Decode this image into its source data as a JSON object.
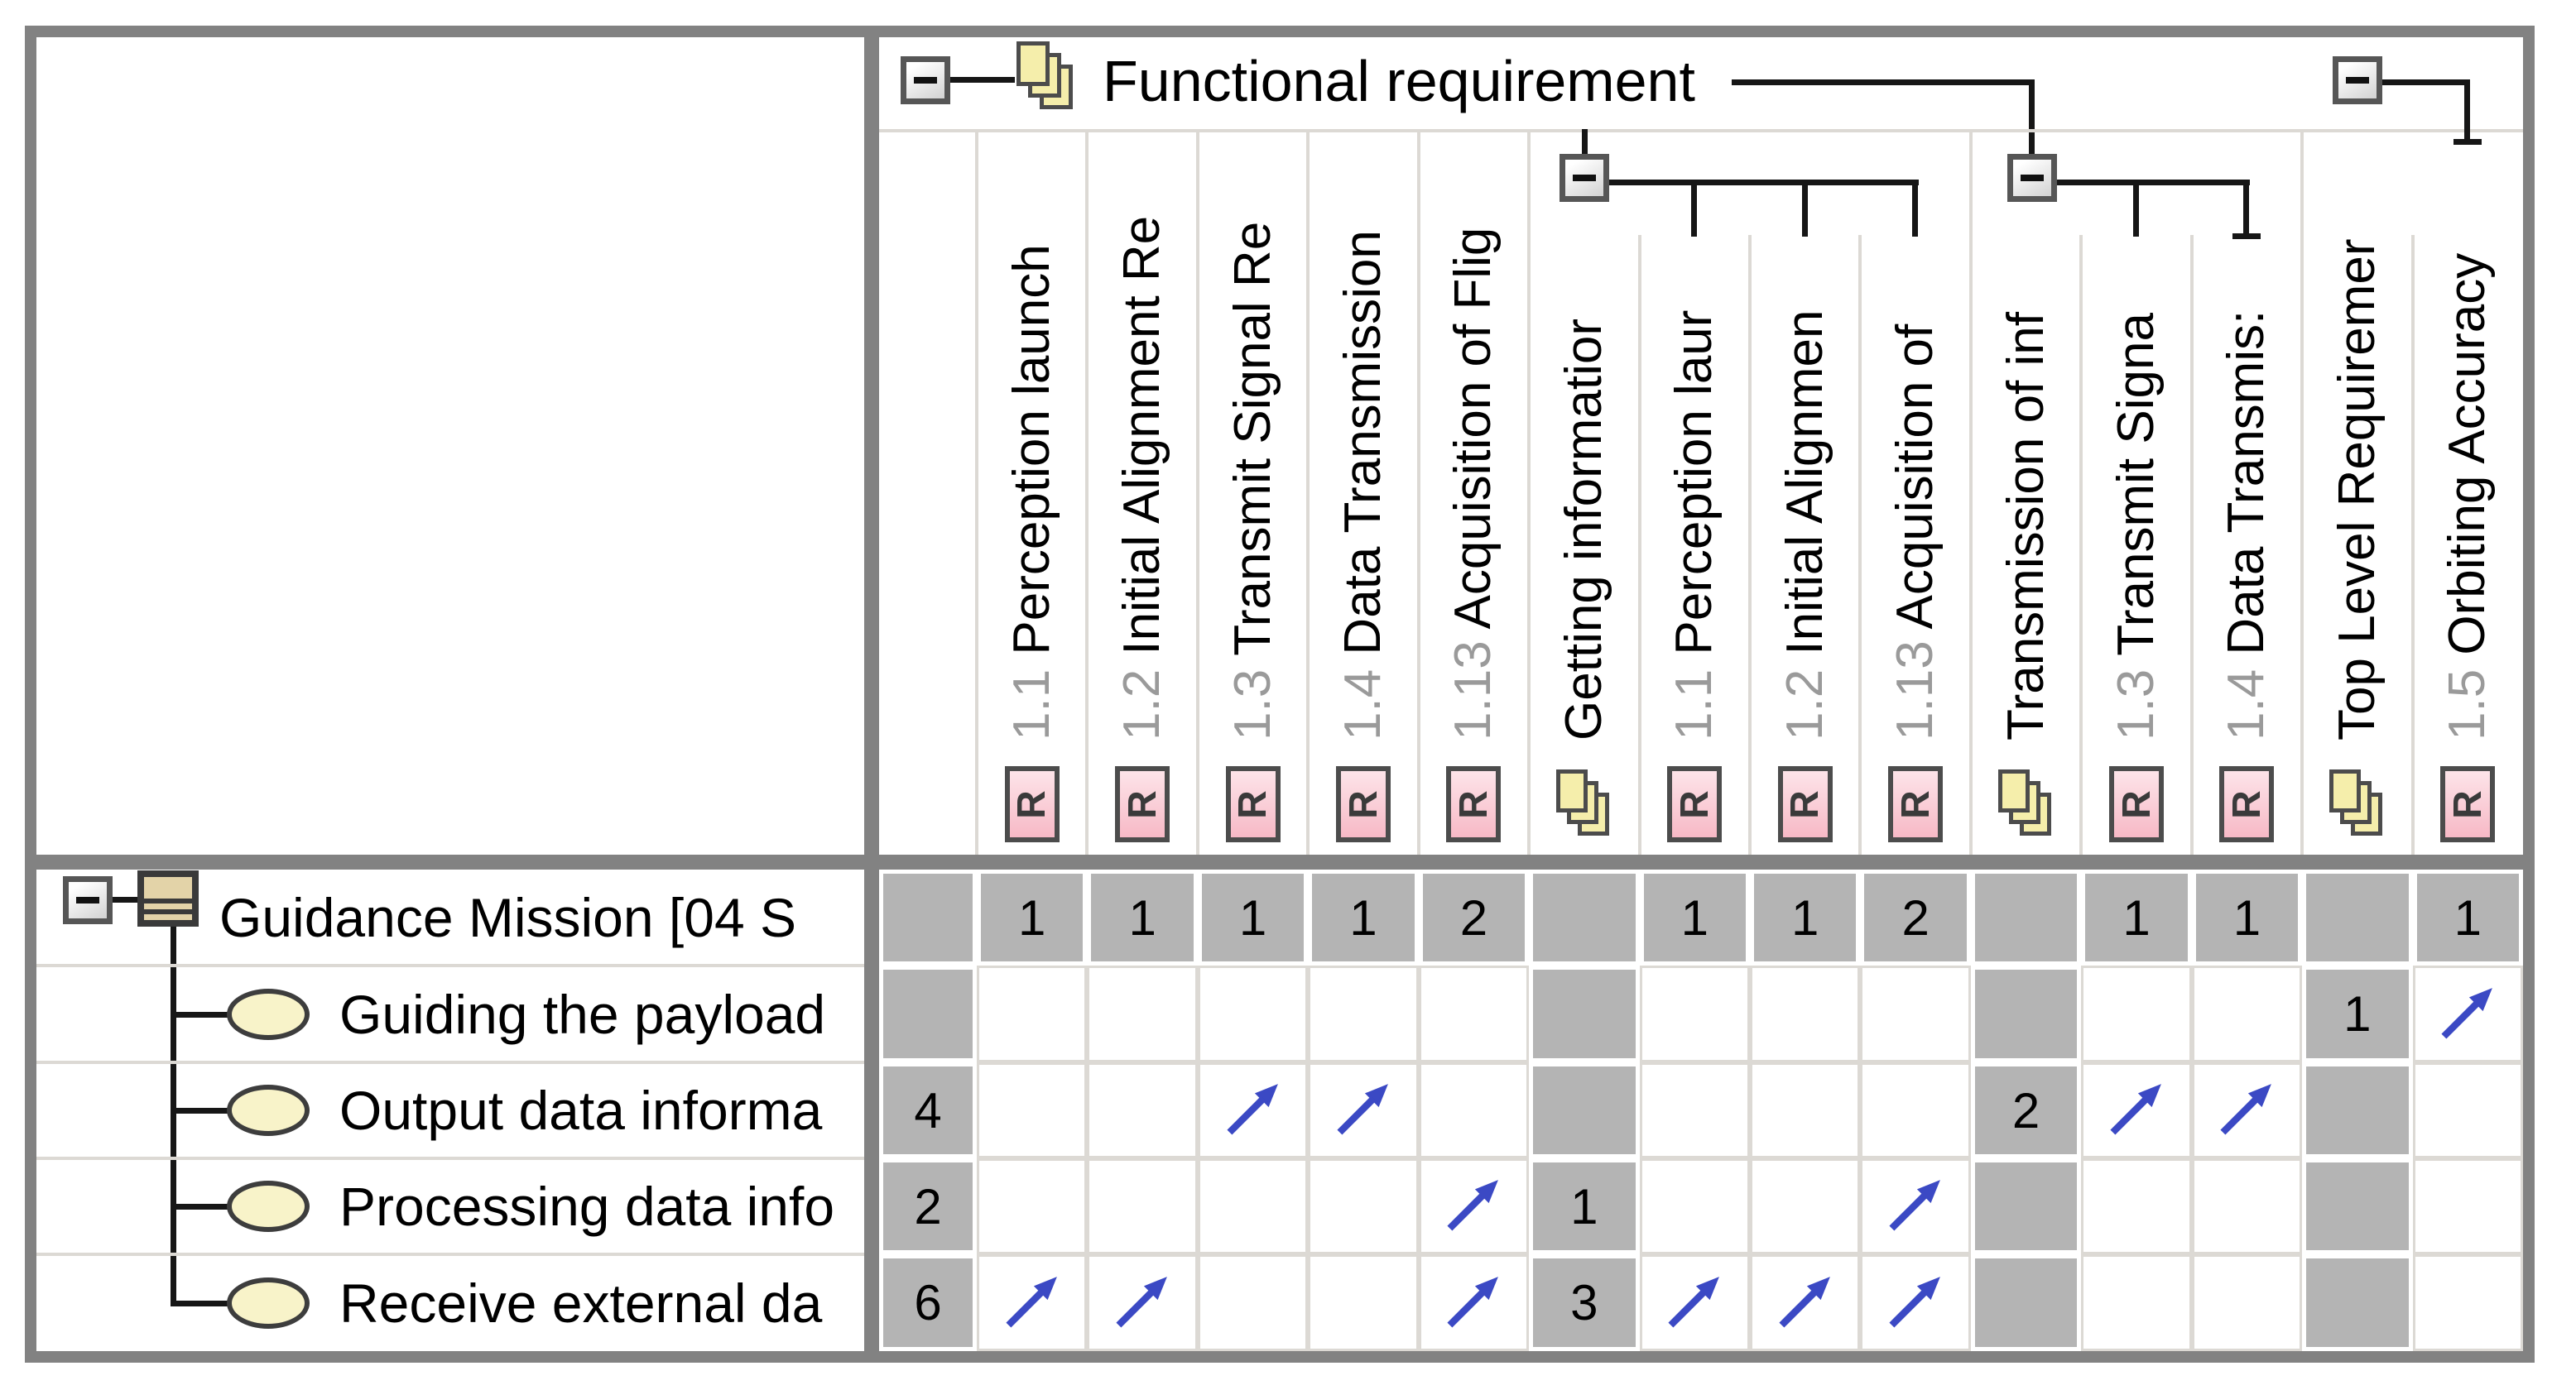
{
  "view": "dependency-matrix",
  "colors": {
    "frame_gray": "#828282",
    "cell_gray": "#b4b4b4",
    "grid_line": "#dcd9d4",
    "arrow_blue": "#3b49c4",
    "requirement_pink": "#f7b9c6",
    "package_yellow": "#f5eeab",
    "activity_tan": "#e3d3a8",
    "usecase_cream": "#f8f3c9",
    "prefix_gray": "#9a9a9a"
  },
  "matrix": {
    "corner_root": {
      "label": "Functional requirement",
      "icon": "package"
    },
    "columns": [
      {
        "prefix": "1.1",
        "name": "Perception launch",
        "icon": "requirement"
      },
      {
        "prefix": "1.2",
        "name": "Initial Alignment Re",
        "icon": "requirement"
      },
      {
        "prefix": "1.3",
        "name": "Transmit Signal Re",
        "icon": "requirement"
      },
      {
        "prefix": "1.4",
        "name": "Data Transmission",
        "icon": "requirement"
      },
      {
        "prefix": "1.13",
        "name": "Acquisition of Flig",
        "icon": "requirement"
      },
      {
        "prefix": "",
        "name": "Getting informatior",
        "icon": "package",
        "collapsible": true
      },
      {
        "prefix": "1.1",
        "name": "Perception laur",
        "icon": "requirement"
      },
      {
        "prefix": "1.2",
        "name": "Initial Alignmen",
        "icon": "requirement"
      },
      {
        "prefix": "1.13",
        "name": "Acquisition of",
        "icon": "requirement"
      },
      {
        "prefix": "",
        "name": "Transmission of inf",
        "icon": "package",
        "collapsible": true
      },
      {
        "prefix": "1.3",
        "name": "Transmit Signa",
        "icon": "requirement"
      },
      {
        "prefix": "1.4",
        "name": "Data Transmis:",
        "icon": "requirement"
      },
      {
        "prefix": "",
        "name": "Top Level Requiremer",
        "icon": "package",
        "collapsible": true
      },
      {
        "prefix": "1.5",
        "name": "Orbiting Accuracy",
        "icon": "requirement"
      }
    ],
    "count_column_values": [
      "",
      "",
      "4",
      "2",
      "6"
    ],
    "rows": [
      {
        "label": "Guidance Mission [04 S",
        "icon": "activity-diagram",
        "cells": {
          "0": "1",
          "1": "1",
          "2": "1",
          "3": "1",
          "4": "2",
          "6": "1",
          "7": "1",
          "8": "2",
          "10": "1",
          "11": "1",
          "13": "1"
        },
        "arrows": []
      },
      {
        "label": "Guiding the payload",
        "icon": "use-case",
        "cells": {
          "12": "1"
        },
        "arrows": [
          13
        ]
      },
      {
        "label": "Output data informa",
        "icon": "use-case",
        "cells": {
          "9": "2"
        },
        "arrows": [
          2,
          3,
          10,
          11
        ]
      },
      {
        "label": "Processing data info",
        "icon": "use-case",
        "cells": {
          "5": "1"
        },
        "arrows": [
          4,
          8
        ]
      },
      {
        "label": "Receive external da",
        "icon": "use-case",
        "cells": {
          "5": "3"
        },
        "arrows": [
          0,
          1,
          4,
          6,
          7,
          8
        ]
      }
    ]
  }
}
